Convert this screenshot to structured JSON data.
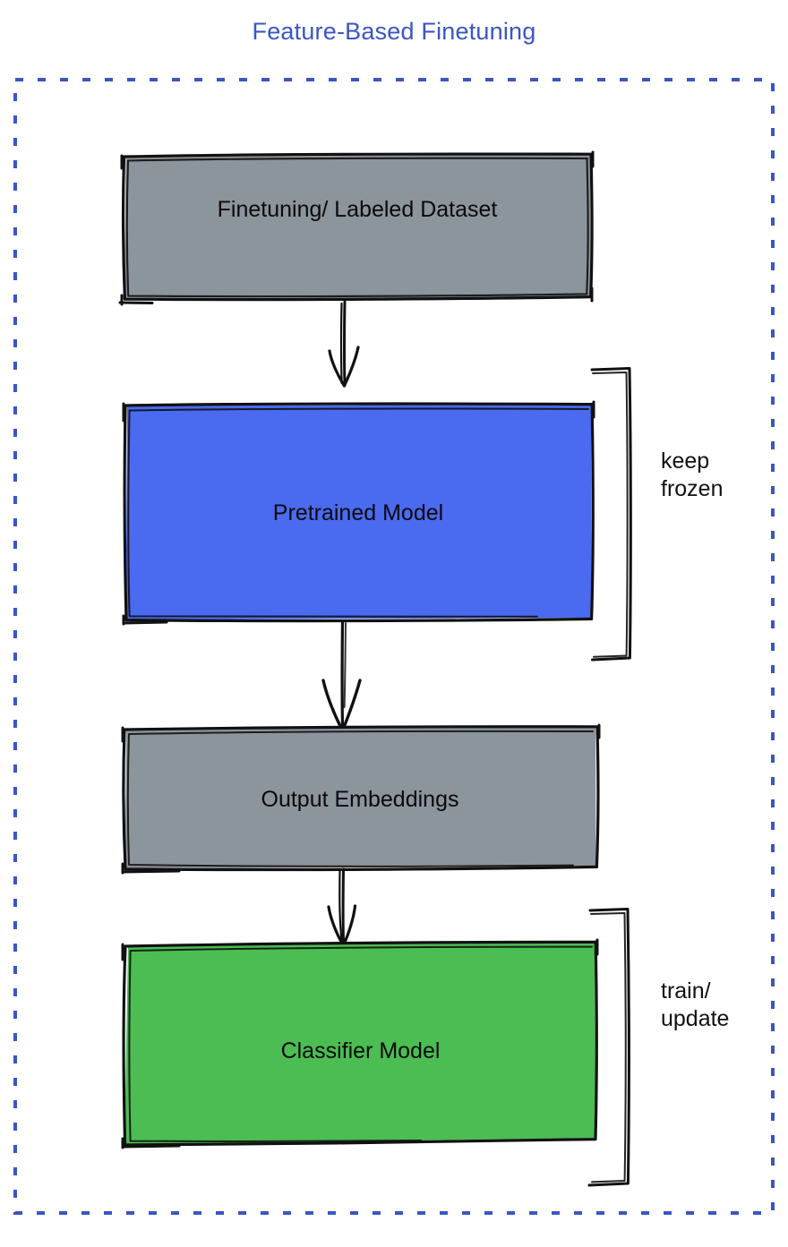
{
  "diagram": {
    "title": "Feature-Based Finetuning",
    "title_color": "#3b55c4",
    "container": {
      "border_style": "dashed",
      "border_color": "#3b55c4"
    },
    "nodes": [
      {
        "id": "dataset",
        "label": "Finetuning/ Labeled Dataset",
        "fill": "#8c949c",
        "stroke": "#111111",
        "shape": "rectangle"
      },
      {
        "id": "pretrained-model",
        "label": "Pretrained Model",
        "fill": "#4a6af0",
        "stroke": "#111111",
        "shape": "rectangle"
      },
      {
        "id": "output-embeddings",
        "label": "Output Embeddings",
        "fill": "#8c949c",
        "stroke": "#111111",
        "shape": "rectangle"
      },
      {
        "id": "classifier-model",
        "label": "Classifier Model",
        "fill": "#4bbd52",
        "stroke": "#111111",
        "shape": "rectangle"
      }
    ],
    "edges": [
      {
        "from": "dataset",
        "to": "pretrained-model",
        "label": ""
      },
      {
        "from": "pretrained-model",
        "to": "output-embeddings",
        "label": ""
      },
      {
        "from": "output-embeddings",
        "to": "classifier-model",
        "label": ""
      }
    ],
    "annotations": [
      {
        "id": "keep-frozen",
        "text": "keep\nfrozen",
        "targets": [
          "pretrained-model"
        ],
        "marker": "bracket"
      },
      {
        "id": "train-update",
        "text": "train/\nupdate",
        "targets": [
          "classifier-model"
        ],
        "marker": "bracket"
      }
    ]
  }
}
